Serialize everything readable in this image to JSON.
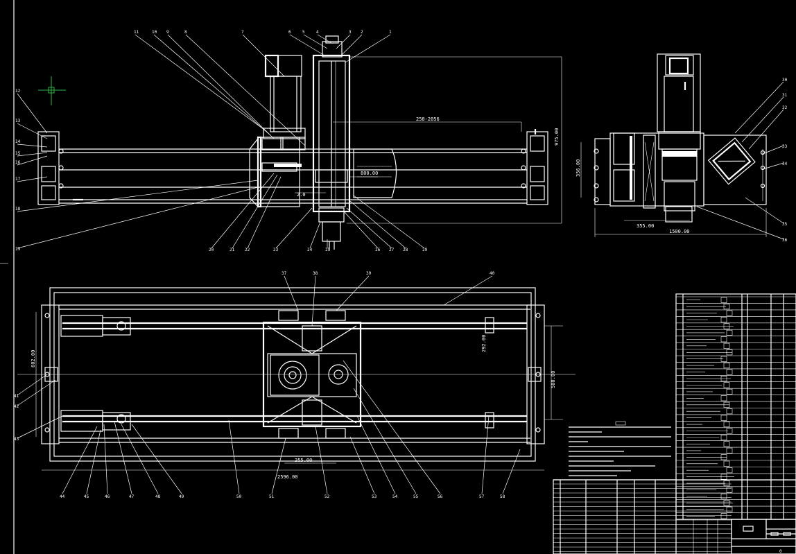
{
  "views": {
    "front": {
      "dimensions": [
        "258-2056",
        "975.00",
        "2.0",
        "800.00"
      ],
      "balloons": [
        "11",
        "10",
        "9",
        "8",
        "7",
        "6",
        "5",
        "4",
        "3",
        "2",
        "1",
        "12",
        "13",
        "14",
        "15",
        "16",
        "17",
        "18",
        "19",
        "20",
        "21",
        "22",
        "23",
        "24",
        "25",
        "26",
        "27",
        "28",
        "29"
      ]
    },
    "side": {
      "dimensions": [
        "356.00",
        "1500.00",
        "355.00"
      ],
      "balloons": [
        "30",
        "31",
        "32",
        "33",
        "34",
        "35",
        "36"
      ]
    },
    "top": {
      "dimensions": [
        "2596.00",
        "355.00",
        "602.00",
        "500.00",
        "292.00"
      ],
      "balloons": [
        "37",
        "38",
        "39",
        "40",
        "41",
        "42",
        "43",
        "44",
        "45",
        "46",
        "47",
        "48",
        "49",
        "50",
        "51",
        "52",
        "53",
        "54",
        "55",
        "56",
        "57",
        "58"
      ]
    }
  },
  "title_block": {
    "part_list_rows": 34,
    "drawing_no": "0"
  },
  "colors": {
    "background": "#000000",
    "lines": "#ffffff",
    "cursor": "#2db54a"
  },
  "icons": [
    "crosshair-cursor-icon"
  ]
}
